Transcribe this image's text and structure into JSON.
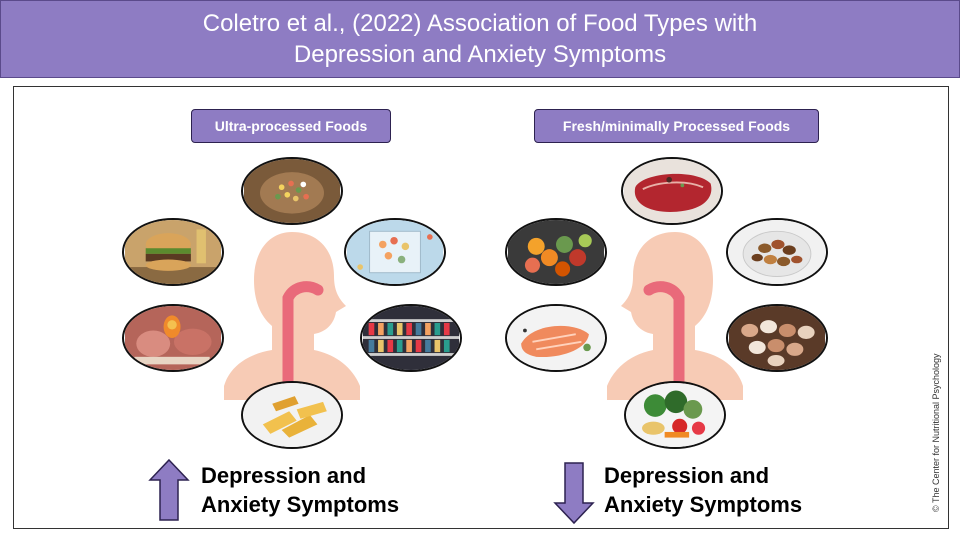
{
  "header": {
    "line1": "Coletro et al., (2022) Association of Food Types with",
    "line2": "Depression and Anxiety Symptoms"
  },
  "left": {
    "label": "Ultra-processed Foods",
    "effect_line1": "Depression and",
    "effect_line2": "Anxiety Symptoms",
    "direction": "up",
    "foods": [
      "mixed-vegetables",
      "burger",
      "cereal",
      "cold-cuts-platter",
      "supermarket-drinks",
      "chips"
    ]
  },
  "right": {
    "label": "Fresh/minimally Processed Foods",
    "effect_line1": "Depression and",
    "effect_line2": "Anxiety Symptoms",
    "direction": "down",
    "foods": [
      "red-meat",
      "fruits",
      "nuts",
      "salmon",
      "eggs",
      "vegetables"
    ]
  },
  "credit": "© The Center for Nutritional Psychology",
  "colors": {
    "accent": "#8e7cc3",
    "skin": "#f7cbb5",
    "esophagus": "#e96a7a"
  }
}
